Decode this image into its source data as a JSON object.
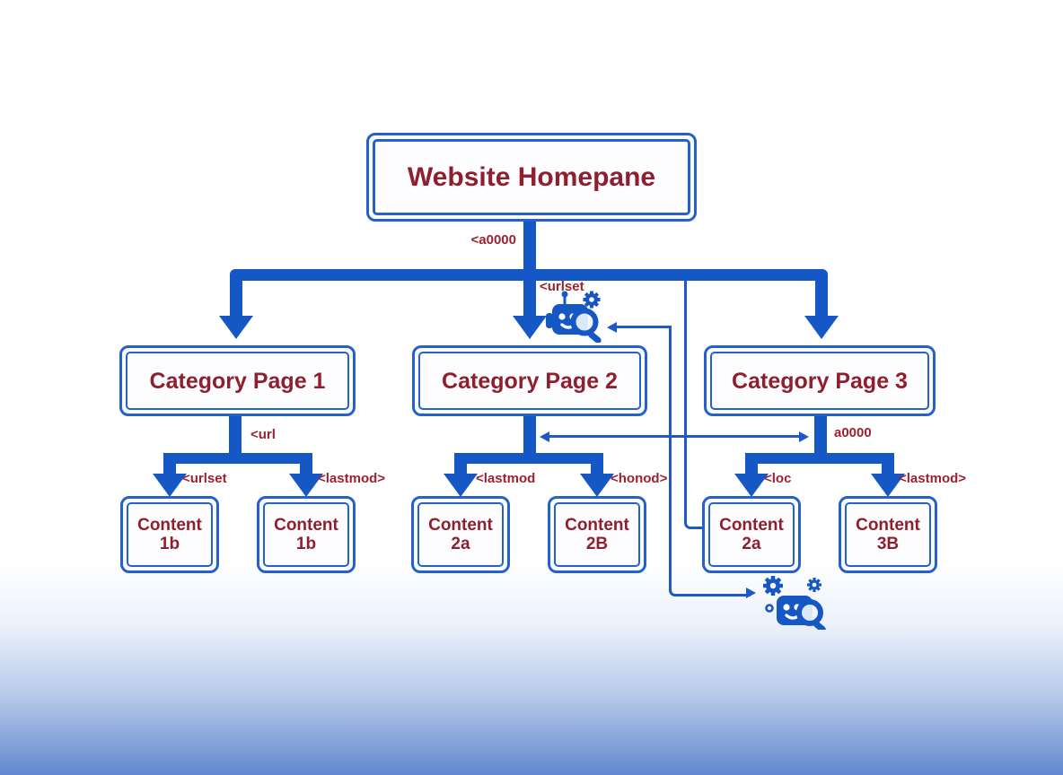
{
  "background": {
    "gradient_top": "#ffffff",
    "gradient_bottom": "#6189ce"
  },
  "palette": {
    "connector_blue": "#1557c5",
    "box_border_blue": "#2560cb",
    "node_text_maroon": "#8e1f2e",
    "annotation_red": "#9b2231"
  },
  "diagram": {
    "homepage": {
      "label": "Website Homepane"
    },
    "categories": [
      {
        "label": "Category Page 1"
      },
      {
        "label": "Category Page 2"
      },
      {
        "label": "Category Page 3"
      }
    ],
    "contents": [
      {
        "line1": "Content",
        "line2": "1b"
      },
      {
        "line1": "Content",
        "line2": "1b"
      },
      {
        "line1": "Content",
        "line2": "2a"
      },
      {
        "line1": "Content",
        "line2": "2B"
      },
      {
        "line1": "Content",
        "line2": "2a"
      },
      {
        "line1": "Content",
        "line2": "3B"
      }
    ],
    "annotations": {
      "homepage_stem": "<a0000",
      "crawler_top": "<urlset",
      "cat1_stem": "<url",
      "cat3_stem": "a0000",
      "cat1_left": "<urlset",
      "cat1_right": "<lastmod>",
      "cat2_left": "<lastmod",
      "cat2_right": "<honod>",
      "cat3_left": "<loc",
      "cat3_right": "<lastmod>"
    },
    "icons": [
      {
        "name": "crawler-bot-magnifier-icon",
        "position": "below trunk, right of Category Page 2 arrow"
      },
      {
        "name": "crawler-bot-gears-magnifier-icon",
        "position": "bottom right, below Content 2a"
      }
    ]
  }
}
